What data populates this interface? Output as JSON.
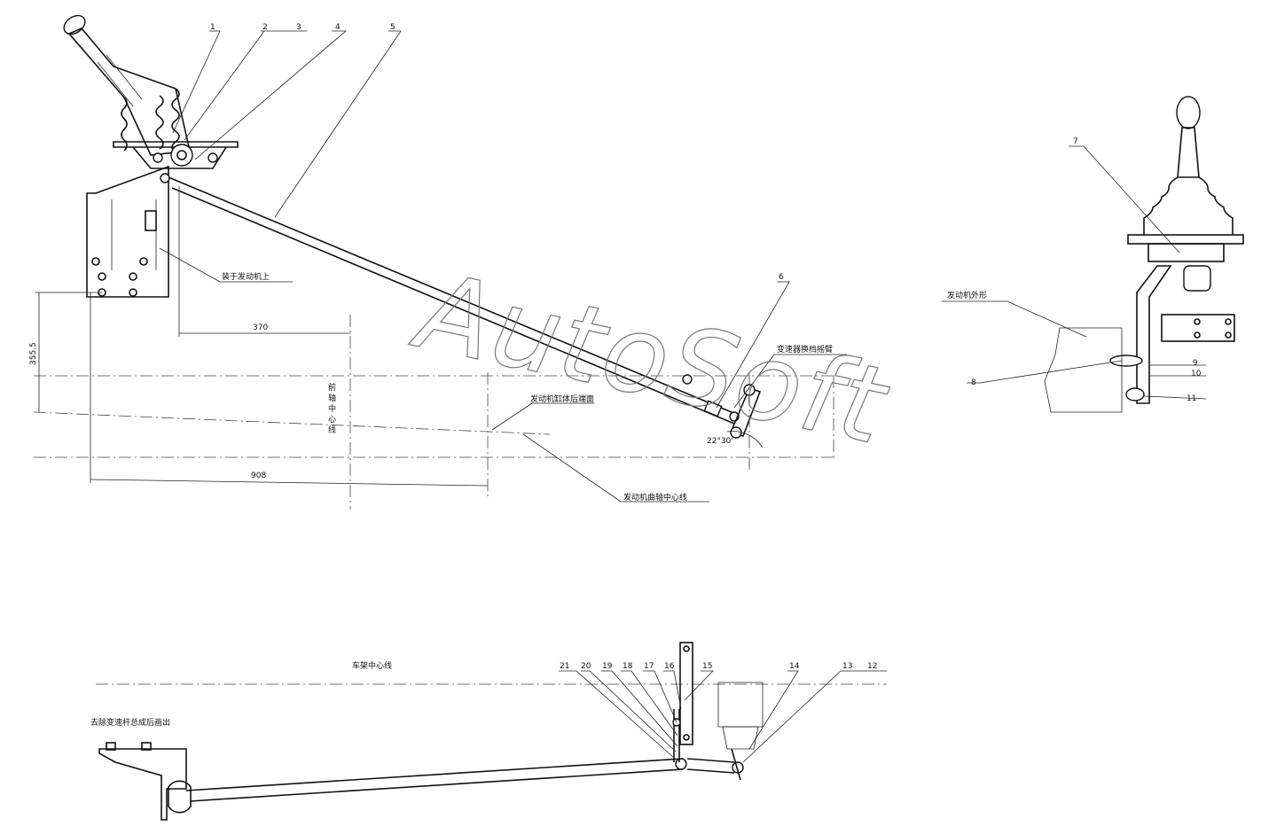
{
  "watermark": "AutoSoft",
  "callouts": {
    "n1": "1",
    "n2": "2",
    "n3": "3",
    "n4": "4",
    "n5": "5",
    "n6": "6",
    "n7": "7",
    "n8": "8",
    "n9": "9",
    "n10": "10",
    "n11": "11",
    "n12": "12",
    "n13": "13",
    "n14": "14",
    "n15": "15",
    "n16": "16",
    "n17": "17",
    "n18": "18",
    "n19": "19",
    "n20": "20",
    "n21": "21"
  },
  "annotations": {
    "mounted_on_engine": "装于发动机上",
    "front_axle_center": [
      "前",
      "轴",
      "中",
      "心",
      "线"
    ],
    "engine_block_rear_face": "发动机缸体后端面",
    "engine_crank_centerline": "发动机曲轴中心线",
    "gearbox_shift_arm": "变速器换档摇臂",
    "engine_outline": "发动机外形",
    "frame_centerline": "车架中心线",
    "view_note": "去除变速杆总成后画出"
  },
  "dimensions": {
    "d370": "370",
    "d908": "908",
    "d355": "355.5",
    "angle": "22°30'"
  }
}
